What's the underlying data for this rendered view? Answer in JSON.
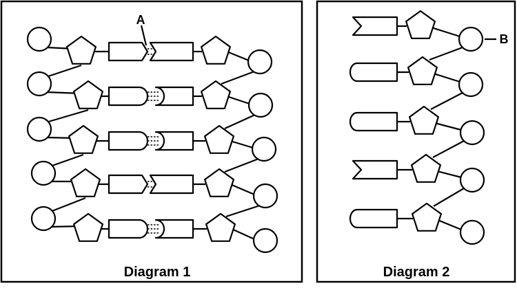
{
  "diagram1": {
    "caption": "Diagram 1",
    "label_a": "A",
    "rows": [
      {
        "pair": "chevron"
      },
      {
        "pair": "round"
      },
      {
        "pair": "round"
      },
      {
        "pair": "chevron"
      },
      {
        "pair": "round"
      }
    ]
  },
  "diagram2": {
    "caption": "Diagram 2",
    "label_b": "B",
    "rows": [
      {
        "base": "chevron"
      },
      {
        "base": "round"
      },
      {
        "base": "round"
      },
      {
        "base": "chevron"
      },
      {
        "base": "round"
      }
    ]
  }
}
